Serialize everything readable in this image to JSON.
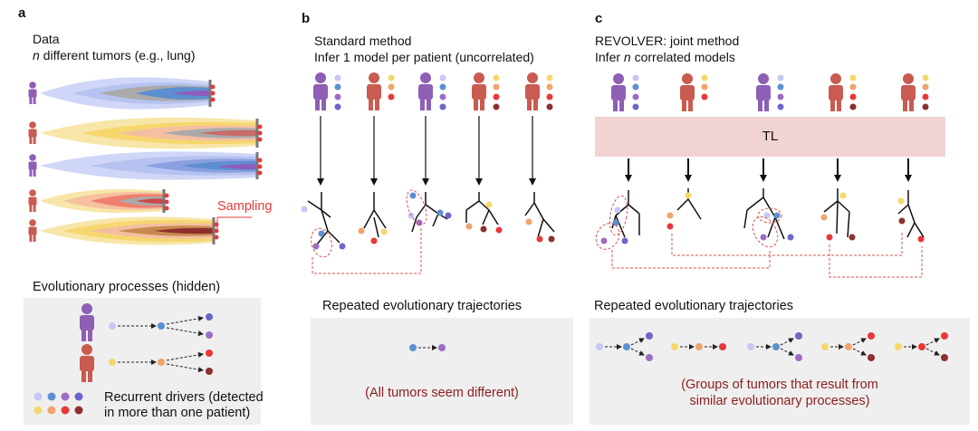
{
  "colors": {
    "purple": "#8e5fb5",
    "red_person": "#c95b50",
    "lavender": "#c5c7f5",
    "blue": "#5c8fd0",
    "mid_purple": "#9d6cc6",
    "indigo": "#6b66cc",
    "yellow": "#f4d86a",
    "orange": "#f2a36b",
    "red": "#e8383a",
    "dark_red": "#8e2f2f",
    "tl_box": "#f1d3d3",
    "dashed_link": "#d9534f"
  },
  "panel_a": {
    "label": "a",
    "title": "Data",
    "subtitle_italic": "n",
    "subtitle_rest": " different tumors (e.g., lung)",
    "sampling_label": "Sampling",
    "processes_title": "Evolutionary processes (hidden)",
    "drivers_line1": "Recurrent drivers (detected",
    "drivers_line2": "in more than one patient)"
  },
  "panel_b": {
    "label": "b",
    "title": "Standard method",
    "subtitle": "Infer 1 model per patient (uncorrelated)",
    "trajectories_title": "Repeated evolutionary trajectories",
    "result_text": "(All tumors seem different)"
  },
  "panel_c": {
    "label": "c",
    "title": "REVOLVER: joint method",
    "subtitle_pre": "Infer ",
    "subtitle_italic": "n",
    "subtitle_post": " correlated models",
    "tl_label": "TL",
    "trajectories_title": "Repeated evolutionary trajectories",
    "result_line1": "(Groups of tumors that result from",
    "result_line2": "similar evolutionary processes)"
  }
}
